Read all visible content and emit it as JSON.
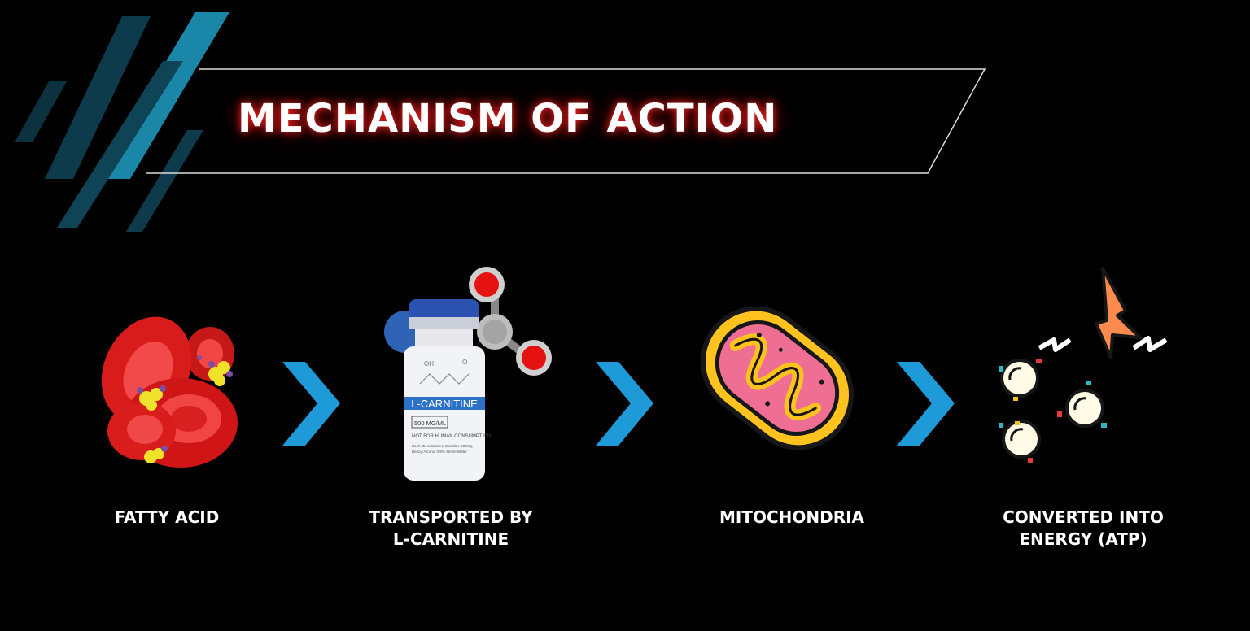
{
  "title": "MECHANISM OF ACTION",
  "steps": [
    {
      "label_lines": [
        "FATTY ACID"
      ],
      "icon": "red-blood-cells-with-fatty-acids"
    },
    {
      "label_lines": [
        "TRANSPORTED BY",
        "L-CARNITINE"
      ],
      "icon": "l-carnitine-vial-with-molecule"
    },
    {
      "label_lines": [
        "MITOCHONDRIA"
      ],
      "icon": "mitochondria"
    },
    {
      "label_lines": [
        "CONVERTED INTO",
        "ENERGY (ATP)"
      ],
      "icon": "atp-energy-lightning"
    }
  ],
  "vial": {
    "label": "L-CARNITINE",
    "concentration": "500 MG/ML",
    "warning": "NOT FOR HUMAN CONSUMPTION",
    "fine_print": [
      "Each ML contains L-Carnitine 500mg,",
      "Benzyl Alcohol 0.9% Sterile Water"
    ],
    "formula_oh": "OH",
    "formula_o": "O"
  },
  "arrow_icon": "chevron-right",
  "colors": {
    "background": "#000000",
    "accent": "#1e9ad8",
    "title_glow": "#ff2020"
  }
}
